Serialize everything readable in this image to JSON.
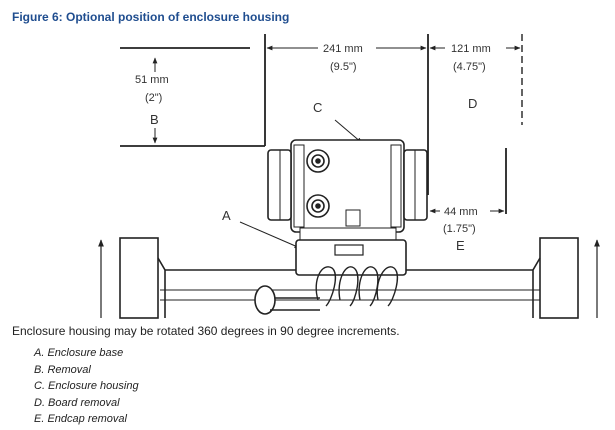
{
  "figure_title": "Figure 6: Optional position of enclosure housing",
  "dimensions": {
    "height_b": {
      "mm": "51 mm",
      "in": "(2\")",
      "letter": "B"
    },
    "width_c": {
      "mm": "241 mm",
      "in": "(9.5\")",
      "letter": "C"
    },
    "width_d": {
      "mm": "121 mm",
      "in": "(4.75\")",
      "letter": "D"
    },
    "width_e": {
      "mm": "44 mm",
      "in": "(1.75\")",
      "letter": "E"
    },
    "callout_a": "A"
  },
  "caption": "Enclosure housing may be rotated 360 degrees in 90 degree increments.",
  "legend": [
    "A. Enclosure base",
    "B. Removal",
    "C. Enclosure housing",
    "D. Board removal",
    "E. Endcap removal"
  ]
}
